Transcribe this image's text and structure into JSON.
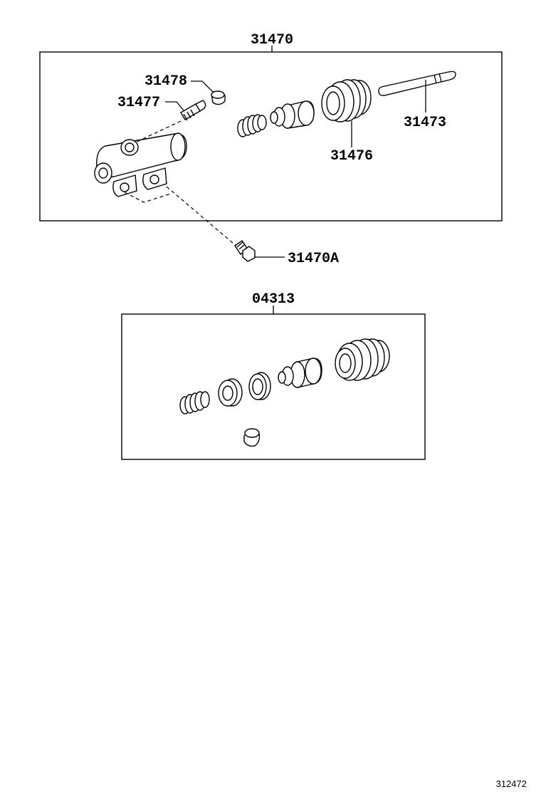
{
  "assembly_main": {
    "part_number": "31470"
  },
  "assembly_kit": {
    "part_number": "04313"
  },
  "callouts": {
    "plug": "31478",
    "bleeder": "31477",
    "push_rod": "31473",
    "boot": "31476",
    "bolt": "31470A"
  },
  "footer": {
    "diagram_number": "312472"
  }
}
